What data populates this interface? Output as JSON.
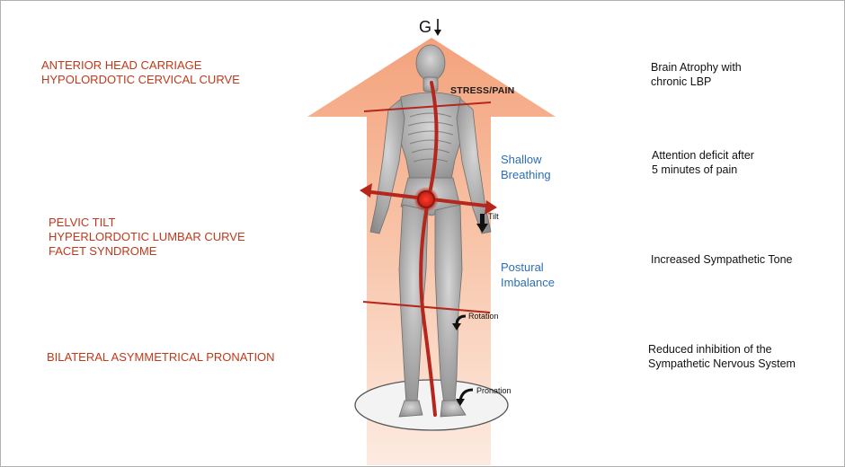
{
  "gravity_label": "G",
  "left_labels": [
    [
      "ANTERIOR HEAD CARRIAGE",
      "HYPOLORDOTIC CERVICAL CURVE"
    ],
    [
      "PELVIC TILT",
      "HYPERLORDOTIC LUMBAR CURVE",
      "FACET SYNDROME"
    ],
    [
      "BILATERAL ASYMMETRICAL PRONATION"
    ]
  ],
  "right_labels": [
    [
      "Brain Atrophy with",
      "chronic LBP"
    ],
    [
      "Attention deficit after",
      "5 minutes of pain"
    ],
    [
      "Increased Sympathetic Tone"
    ],
    [
      "Reduced inhibition of the",
      "Sympathetic Nervous System"
    ]
  ],
  "center_labels": {
    "stress_pain": "STRESS/PAIN",
    "tilt": "Tilt",
    "rotation": "Rotation",
    "pronation": "Pronation"
  },
  "blue_labels": [
    [
      "Shallow",
      "Breathing"
    ],
    [
      "Postural",
      "Imbalance"
    ]
  ],
  "colors": {
    "arrow_top": "#f4a27c",
    "arrow_bottom": "#fde8dc",
    "red_text": "#c0391b",
    "blue_text": "#2c6fb5",
    "line_red": "#b5261c",
    "body_gray": "#9a9a9a"
  }
}
